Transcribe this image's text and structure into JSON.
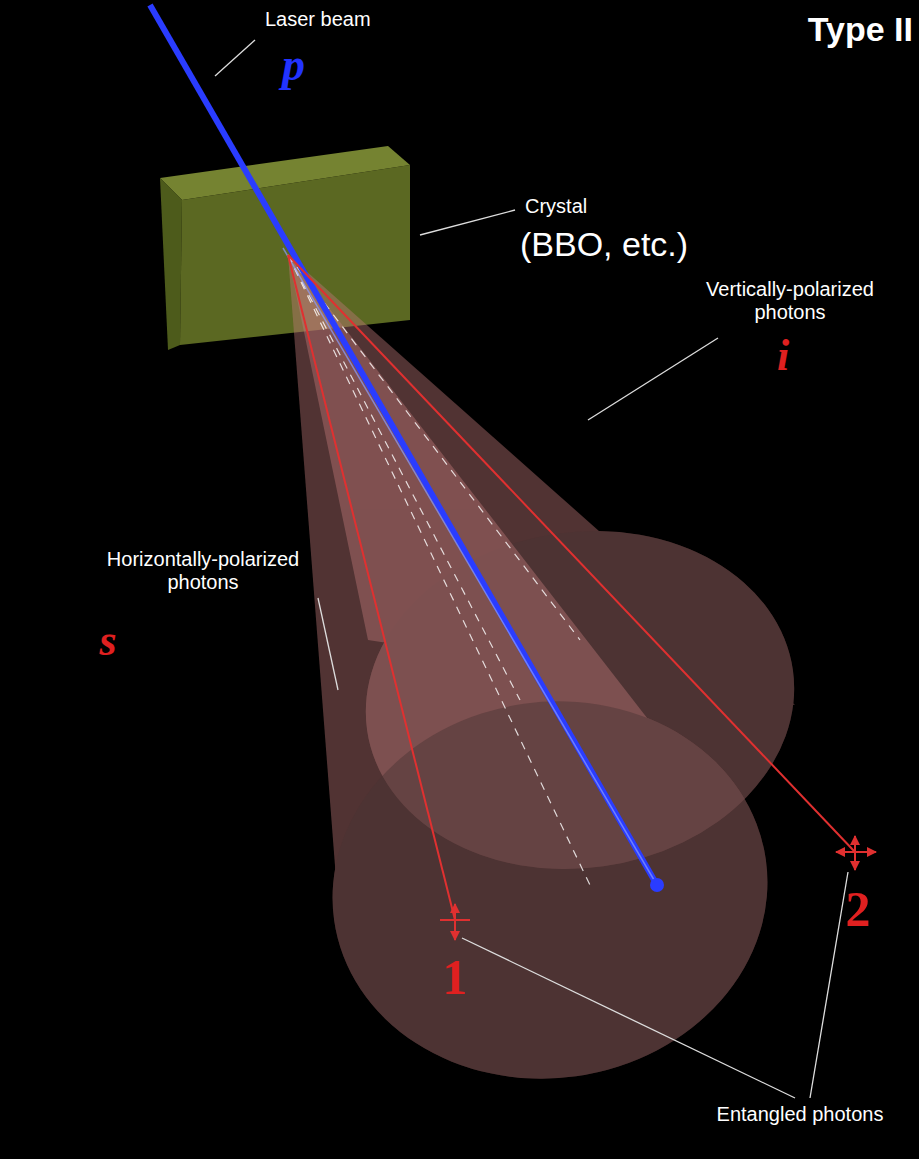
{
  "diagram": {
    "labels": [
      "Laser beam",
      "p",
      "Type II",
      "Crystal",
      "(BBO, etc.)",
      "Vertically-polarized photons",
      "i",
      "Horizontally-polarized photons",
      "s",
      "1",
      "2",
      "Entangled photons"
    ]
  }
}
